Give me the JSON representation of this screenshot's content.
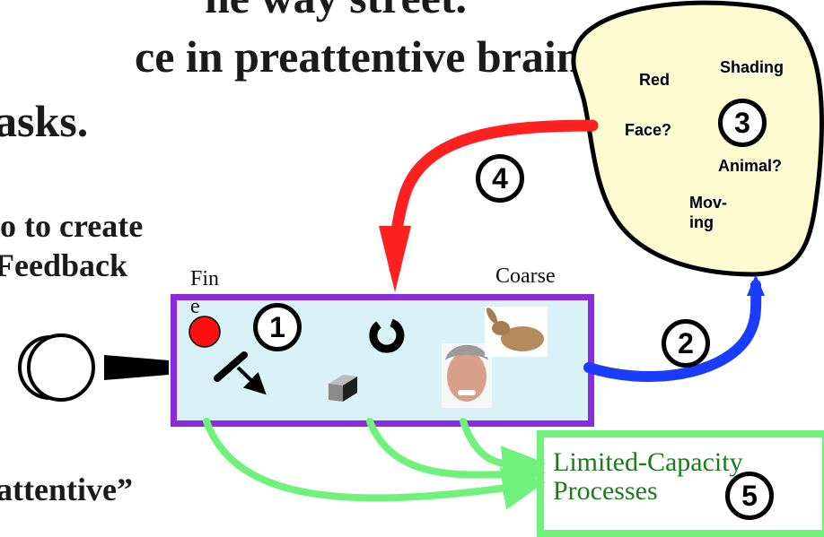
{
  "slide": {
    "heading_line1": "he way street.",
    "heading_line2": "ce in preattentive brain.",
    "heading_line3": "asks.",
    "side_line1": "o to create",
    "side_line2": "Feedback",
    "side_line3": "attentive”"
  },
  "feature_box": {
    "fine_label": "Fin\ne",
    "coarse_label": "Coarse",
    "step_number": "1"
  },
  "blob": {
    "labels": [
      "Red",
      "Shading",
      "Face?",
      "Animal?",
      "Mov-\ning"
    ],
    "step_number": "3"
  },
  "steps": {
    "feedforward": "2",
    "feedback": "4",
    "limited": "5"
  },
  "limited_capacity": {
    "line1": "Limited-Capacity",
    "line2": "Processes"
  },
  "colors": {
    "box_fill": "#d8f2f8",
    "box_border": "#8b2be0",
    "blob_fill": "#fdfbd0",
    "feedforward_arrow": "#1a3cff",
    "feedback_arrow": "#ff2020",
    "green_arrows": "#6ff27a"
  },
  "icons": [
    "eye-icon",
    "red-dot-icon",
    "oriented-bar-icon",
    "cube-icon",
    "ring-icon",
    "face-photo",
    "rabbit-photo"
  ]
}
